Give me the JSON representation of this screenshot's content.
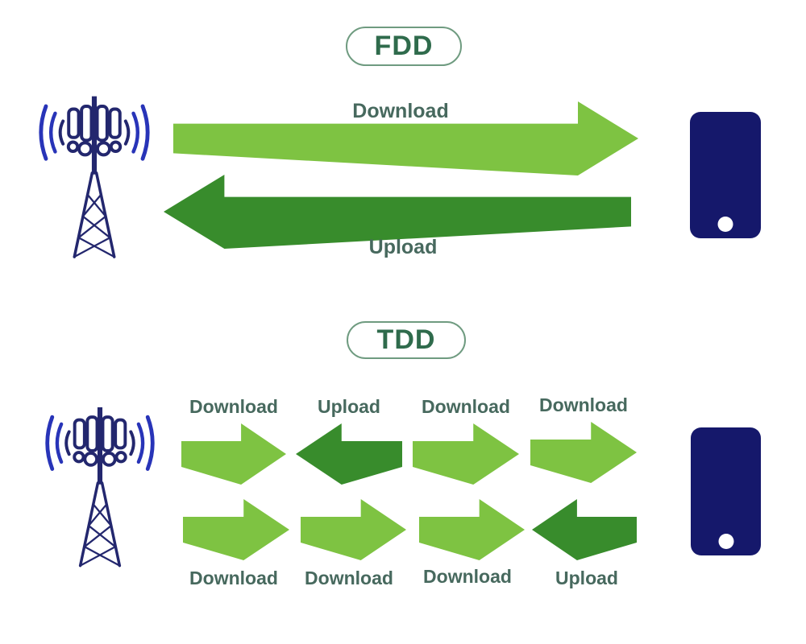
{
  "title": "FDD vs TDD duplexing diagram",
  "colors": {
    "background": "#ffffff",
    "light_green": "#7EC342",
    "dark_green": "#388C2C",
    "label_text": "#47695E",
    "title_text": "#2F6B4C",
    "pill_border": "#6F9B80",
    "tower_navy": "#23276E",
    "wave_blue": "#2834B8",
    "phone_navy": "#15186B",
    "phone_button": "#ffffff"
  },
  "icons": {
    "tower": "cell-tower-icon",
    "phone": "smartphone-icon"
  },
  "fdd": {
    "title": "FDD",
    "arrows": [
      {
        "label": "Download",
        "direction": "right",
        "shade": "light"
      },
      {
        "label": "Upload",
        "direction": "left",
        "shade": "dark"
      }
    ]
  },
  "tdd": {
    "title": "TDD",
    "row1": [
      {
        "label": "Download",
        "direction": "right",
        "shade": "light"
      },
      {
        "label": "Upload",
        "direction": "left",
        "shade": "dark"
      },
      {
        "label": "Download",
        "direction": "right",
        "shade": "light"
      },
      {
        "label": "Download",
        "direction": "right",
        "shade": "light"
      }
    ],
    "row2": [
      {
        "label": "Download",
        "direction": "right",
        "shade": "light"
      },
      {
        "label": "Download",
        "direction": "right",
        "shade": "light"
      },
      {
        "label": "Download",
        "direction": "right",
        "shade": "light"
      },
      {
        "label": "Upload",
        "direction": "left",
        "shade": "dark"
      }
    ]
  }
}
